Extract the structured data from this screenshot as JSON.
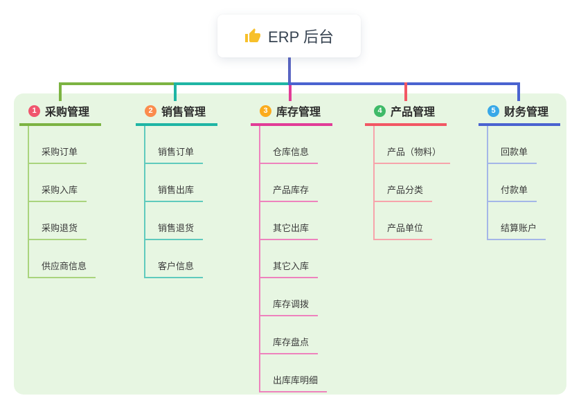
{
  "root": {
    "label": "ERP 后台",
    "icon": {
      "name": "thumbs-up-icon",
      "color": "#f7c02b"
    }
  },
  "canvas": {
    "panel_bg": "#e7f6e2"
  },
  "connectors": {
    "root_color": "#5a65c2"
  },
  "branches": [
    {
      "index": "1",
      "label": "采购管理",
      "accent": "#7cb342",
      "light": "#a9d47d",
      "badge": "#f0566e",
      "children": [
        "采购订单",
        "采购入库",
        "采购退货",
        "供应商信息"
      ]
    },
    {
      "index": "2",
      "label": "销售管理",
      "accent": "#1fb5a4",
      "light": "#5fcabd",
      "badge": "#fb8c4d",
      "children": [
        "销售订单",
        "销售出库",
        "销售退货",
        "客户信息"
      ]
    },
    {
      "index": "3",
      "label": "库存管理",
      "accent": "#e13c97",
      "light": "#ee82bd",
      "badge": "#fbab1c",
      "children": [
        "仓库信息",
        "产品库存",
        "其它出库",
        "其它入库",
        "库存调拨",
        "库存盘点",
        "出库库明细"
      ]
    },
    {
      "index": "4",
      "label": "产品管理",
      "accent": "#f25764",
      "light": "#f7a3ab",
      "badge": "#3fba68",
      "children": [
        "产品（物料）",
        "产品分类",
        "产品单位"
      ]
    },
    {
      "index": "5",
      "label": "财务管理",
      "accent": "#4a63d0",
      "light": "#a4b6e8",
      "badge": "#38a8e8",
      "children": [
        "回款单",
        "付款单",
        "结算账户"
      ]
    }
  ]
}
